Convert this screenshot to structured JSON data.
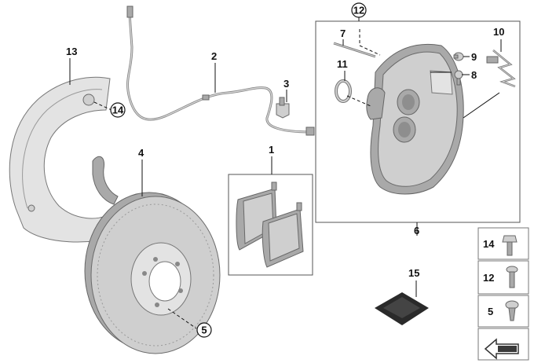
{
  "callouts": {
    "c1": "1",
    "c2": "2",
    "c3": "3",
    "c4": "4",
    "c5": "5",
    "c6": "6",
    "c7": "7",
    "c8": "8",
    "c9": "9",
    "c10": "10",
    "c11": "11",
    "c12": "12",
    "c13": "13",
    "c14": "14",
    "c15": "15"
  },
  "legend": {
    "row_14": "14",
    "row_12": "12",
    "row_5": "5"
  }
}
